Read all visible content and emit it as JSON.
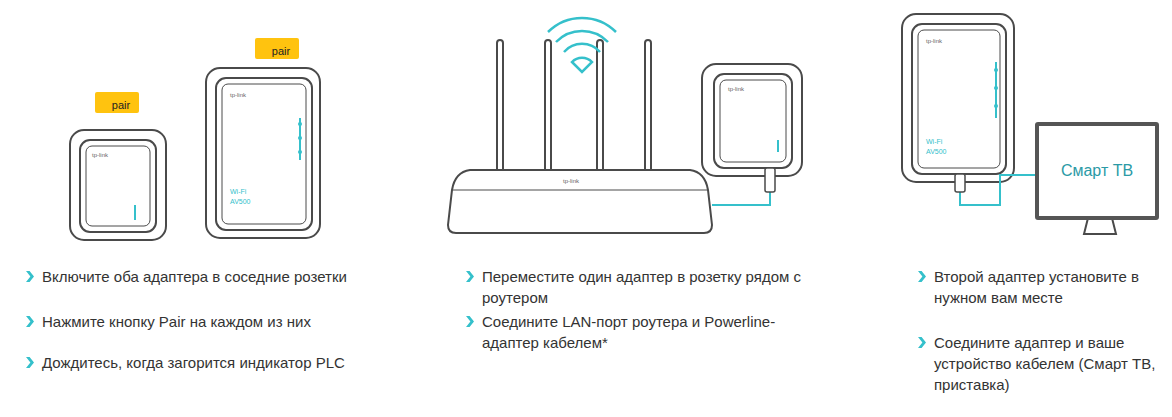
{
  "diagram": {
    "nodes": [
      {
        "text": [
          "pair"
        ]
      },
      {
        "text": [
          "pair"
        ]
      },
      {
        "text": [
          "Смарт ТВ"
        ]
      }
    ],
    "labels": [
      "Включите оба адаптера в соседние розетки",
      "Нажмите кнопку Pair на каждом из них",
      "Дождитесь, когда загорится индикатор PLC",
      "Переместите один адаптер в розетку рядом с роутером",
      "Соедините LAN-порт роутера и Powerline-адаптер кабелем*",
      "Второй адаптер установите в нужном вам месте",
      "Соедините адаптер и ваше устройство кабелем (Смарт ТВ, приставка)",
      "tp-link",
      "tp-link",
      "tp-link",
      "tp-link",
      "tp-link",
      "Wi-Fi",
      "AV500",
      "Wi-Fi",
      "AV500"
    ]
  }
}
